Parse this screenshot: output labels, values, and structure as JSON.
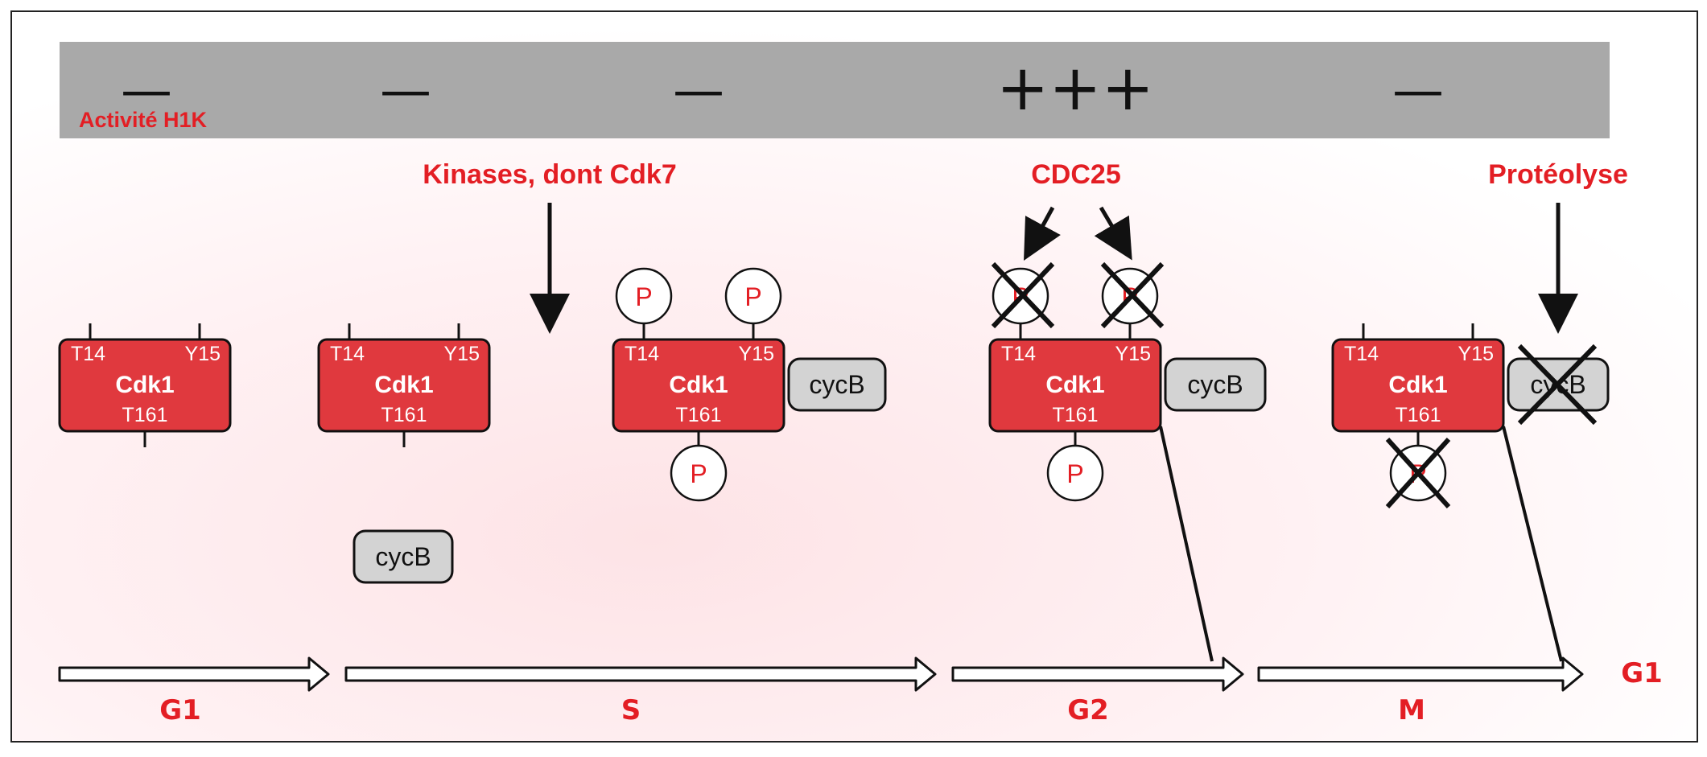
{
  "header": {
    "activity_label": "Activité H1K",
    "activity_levels": [
      "—",
      "—",
      "—",
      "+++",
      "—"
    ]
  },
  "regulators": {
    "kinases": "Kinases, dont Cdk7",
    "cdc25": "CDC25",
    "proteolysis": "Protéolyse"
  },
  "complex": {
    "kinase_name": "Cdk1",
    "site_t14": "T14",
    "site_y15": "Y15",
    "site_t161": "T161",
    "cyclin": "cycB",
    "phosphate": "P"
  },
  "phases": [
    "G1",
    "S",
    "G2",
    "M",
    "G1"
  ],
  "colors": {
    "accent_red": "#e31e24",
    "cdk_fill": "#e0393e",
    "activity_band": "#a9a9a9",
    "cyclin_fill": "#d3d3d3"
  }
}
